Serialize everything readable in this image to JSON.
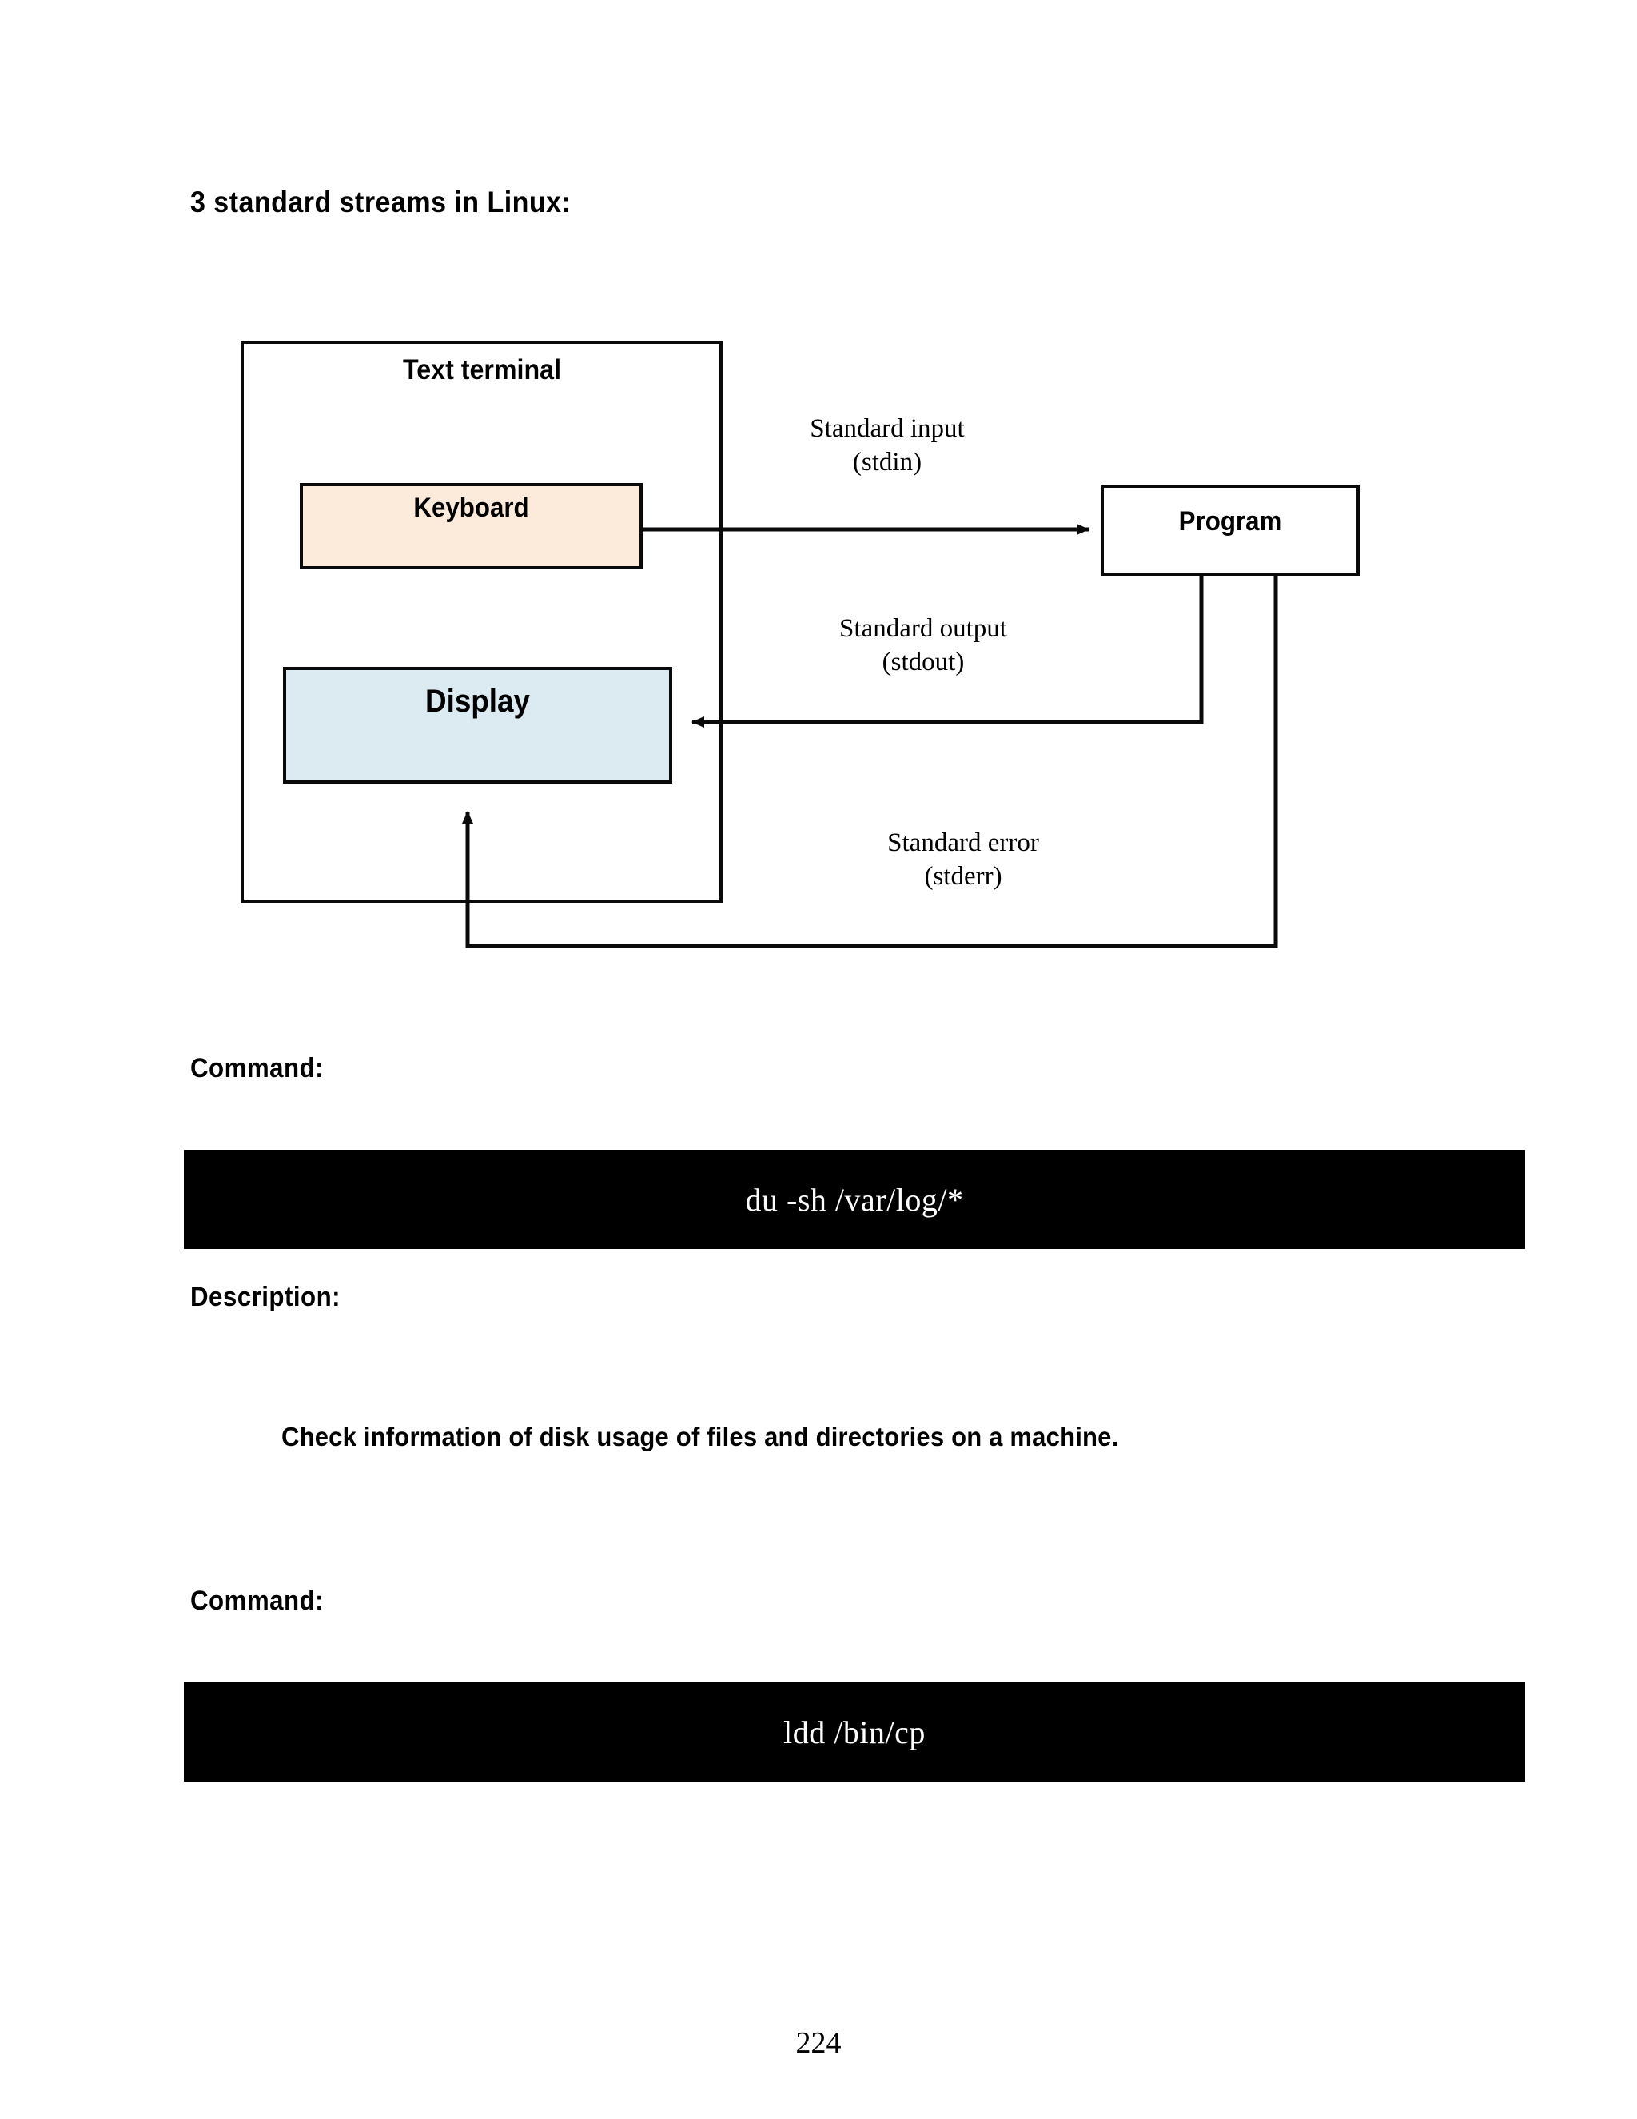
{
  "page": {
    "heading": "3 standard streams in Linux:",
    "page_number": "224"
  },
  "diagram": {
    "terminal_label": "Text terminal",
    "keyboard_label": "Keyboard",
    "display_label": "Display",
    "program_label": "Program",
    "streams": [
      {
        "name": "Standard input",
        "fd": "(stdin)"
      },
      {
        "name": "Standard output",
        "fd": "(stdout)"
      },
      {
        "name": "Standard error",
        "fd": "(stderr)"
      }
    ],
    "colors": {
      "keyboard_fill": "#FCEADA",
      "display_fill": "#DCEAF1",
      "stroke": "#0A0A0A",
      "program_fill": "#FFFFFF",
      "terminal_fill": "#FFFFFF"
    }
  },
  "sections": {
    "command_label_1": "Command:",
    "command_1": "du -sh /var/log/*",
    "description_label": "Description:",
    "description_body": "Check information of disk usage of files and directories on a machine.",
    "command_label_2": "Command:",
    "command_2": "ldd /bin/cp"
  }
}
